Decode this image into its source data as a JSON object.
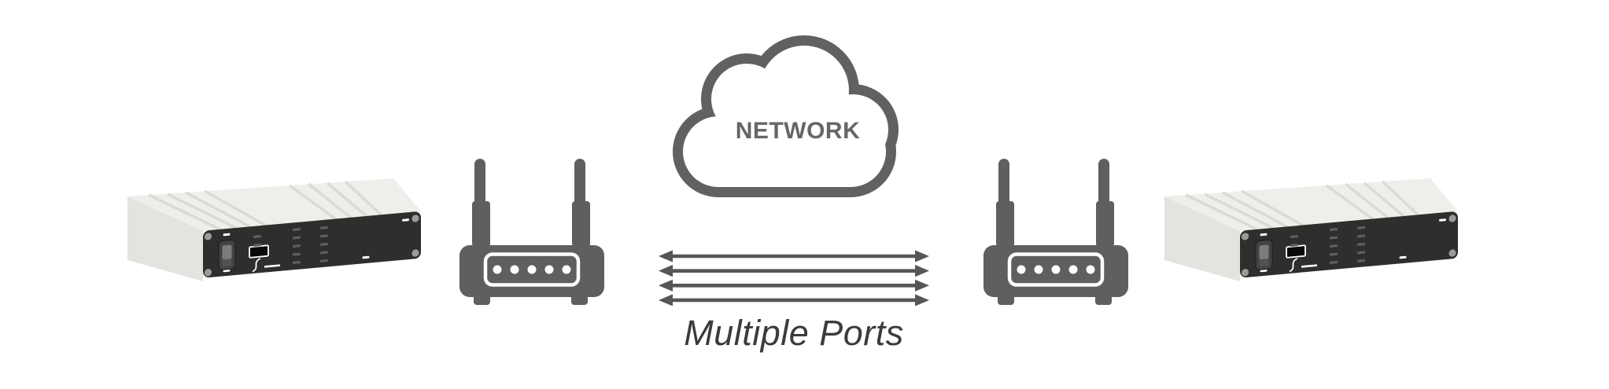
{
  "diagram": {
    "type": "network-topology",
    "background": "#ffffff"
  },
  "cloud": {
    "label": "NETWORK",
    "outline_color": "#616161",
    "label_color": "#666666"
  },
  "arrows": {
    "count": 4,
    "caption": "Multiple Ports",
    "direction": "bidirectional",
    "color": "#565656",
    "caption_color": "#3b3b3b"
  },
  "icons": {
    "device_left": "media-converter-device-icon",
    "router_left": "wireless-router-icon",
    "cloud": "network-cloud-icon",
    "arrows": "multi-port-arrows-icon",
    "router_right": "wireless-router-icon",
    "device_right": "media-converter-device-icon"
  },
  "colors": {
    "icon_gray": "#5f5f5f",
    "arrow": "#565656",
    "device_panel": "#2e2e2c",
    "device_chassis_top": "#efeeea",
    "device_chassis_side": "#e4e3df",
    "device_groove": "#dbdad5",
    "device_vent": "#5f5f5d",
    "device_screw": "#9b9b99"
  }
}
